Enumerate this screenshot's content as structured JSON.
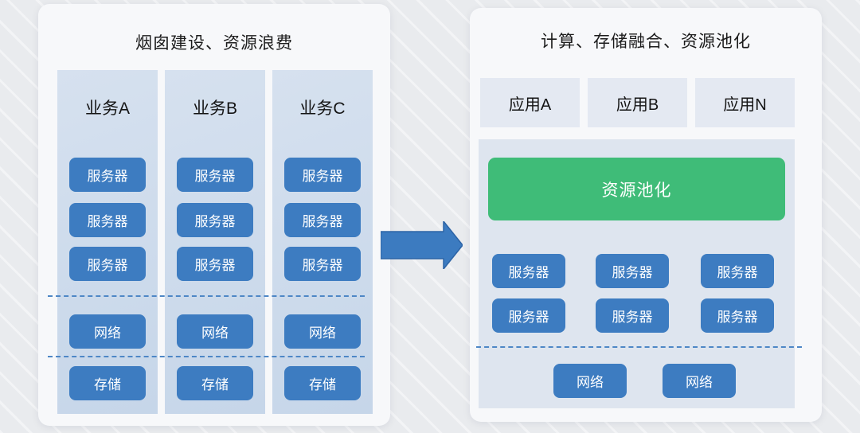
{
  "colors": {
    "blue": "#3d7cc1",
    "green": "#3fbc78",
    "dash_line": "#4e87c6"
  },
  "left_panel": {
    "title": "烟囱建设、资源浪费",
    "columns": [
      {
        "label": "业务A",
        "servers": [
          "服务器",
          "服务器",
          "服务器"
        ],
        "network_label": "网络",
        "storage_label": "存储"
      },
      {
        "label": "业务B",
        "servers": [
          "服务器",
          "服务器",
          "服务器"
        ],
        "network_label": "网络",
        "storage_label": "存储"
      },
      {
        "label": "业务C",
        "servers": [
          "服务器",
          "服务器",
          "服务器"
        ],
        "network_label": "网络",
        "storage_label": "存储"
      }
    ]
  },
  "right_panel": {
    "title": "计算、存储融合、资源池化",
    "apps": [
      {
        "label": "应用A"
      },
      {
        "label": "应用B"
      },
      {
        "label": "应用N"
      }
    ],
    "pool": {
      "label": "资源池化"
    },
    "servers": [
      "服务器",
      "服务器",
      "服务器",
      "服务器",
      "服务器",
      "服务器"
    ],
    "networks": [
      "网络",
      "网络"
    ]
  }
}
